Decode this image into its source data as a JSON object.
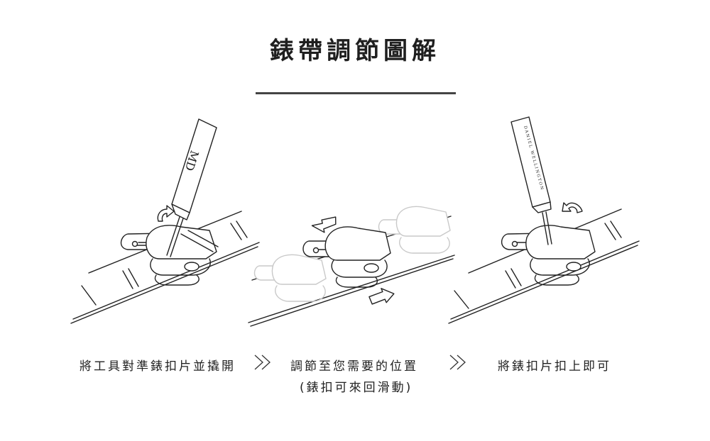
{
  "title": "錶帶調節圖解",
  "steps": [
    {
      "label": "將工具對準錶扣片並撬開"
    },
    {
      "label": "調節至您需要的位置",
      "sublabel": "(錶扣可來回滑動)"
    },
    {
      "label": "將錶扣片扣上即可"
    }
  ],
  "tools": {
    "left_tool_text": "MD",
    "right_tool_text": "DANIEL WELLINGTON"
  },
  "colors": {
    "ink": "#222222",
    "ghost": "#c9c9c9",
    "rule": "#444444"
  }
}
